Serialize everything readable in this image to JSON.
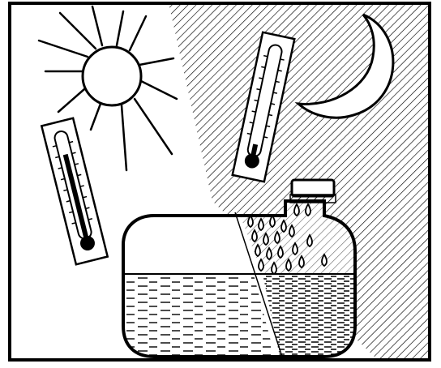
{
  "scene": {
    "panels": [
      "day",
      "night"
    ],
    "icons": [
      "sun-icon",
      "moon-icon",
      "thermometer-icon",
      "jar-icon",
      "water-droplet-icon"
    ],
    "colors": {
      "ink": "#000000",
      "paper": "#ffffff"
    },
    "day_thermometer_level": 0.8,
    "night_thermometer_level": 0.12
  }
}
